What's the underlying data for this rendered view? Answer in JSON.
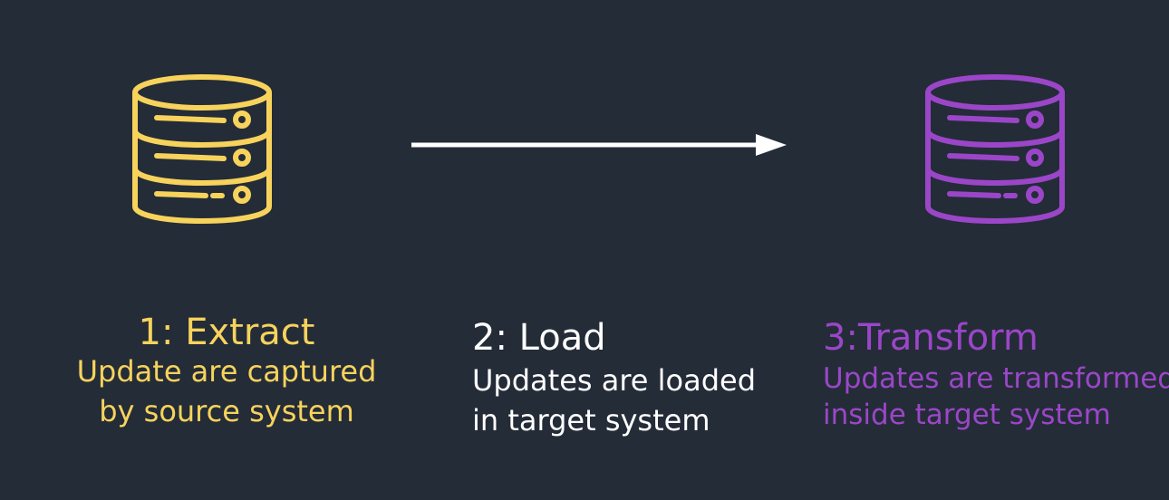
{
  "colors": {
    "background": "#242c38",
    "extract": "#f7d35c",
    "load": "#ffffff",
    "transform": "#9b46c8"
  },
  "icons": {
    "source": "database-icon",
    "target": "database-icon",
    "flow": "arrow-right-icon"
  },
  "steps": [
    {
      "title": "1: Extract",
      "description_lines": [
        "Update are captured",
        "by source system"
      ]
    },
    {
      "title": "2: Load",
      "description_lines": [
        "Updates are loaded",
        "in target system"
      ]
    },
    {
      "title": "3:Transform",
      "description_lines": [
        "Updates are transformed",
        "inside target system"
      ]
    }
  ]
}
